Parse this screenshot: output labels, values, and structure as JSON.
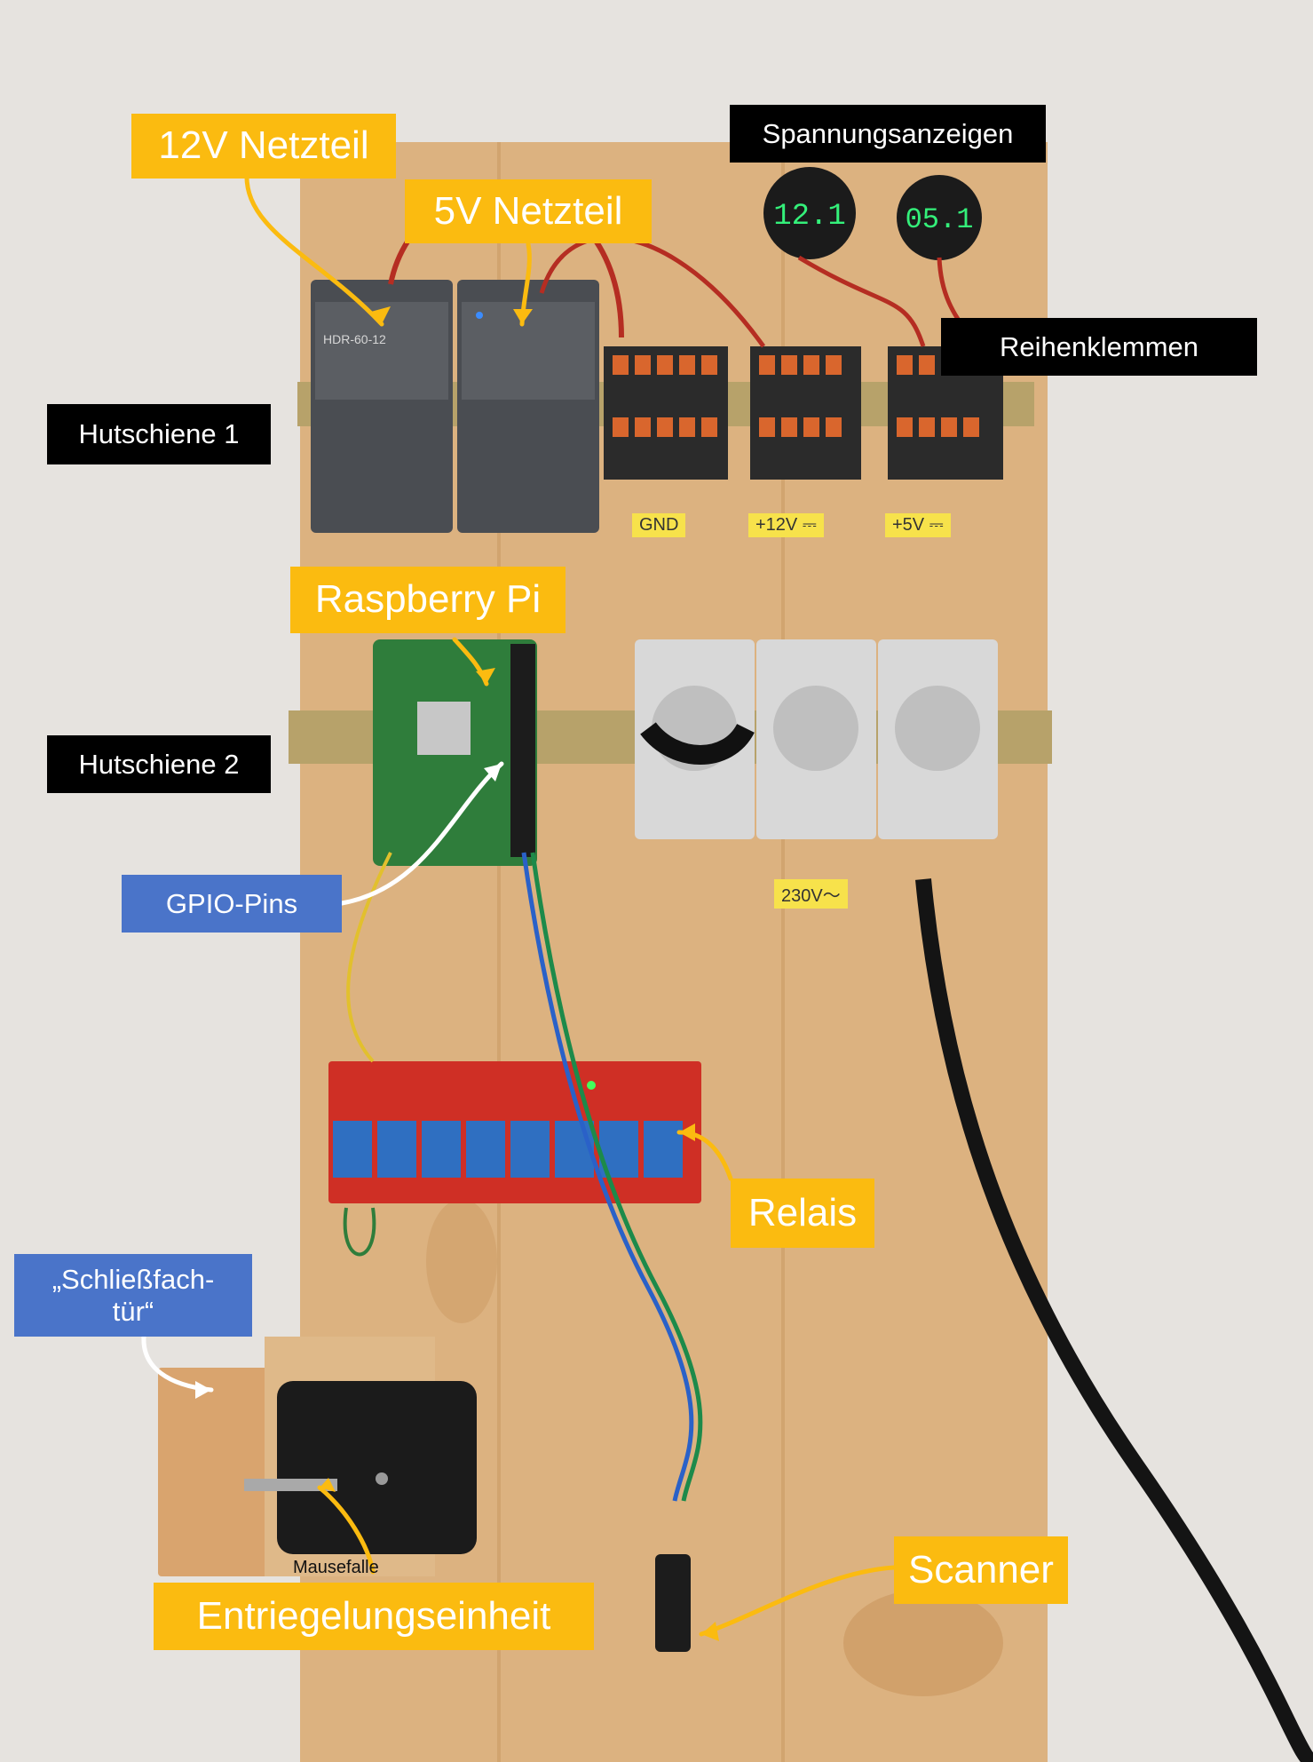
{
  "labels": {
    "psu_12v": "12V Netzteil",
    "psu_5v": "5V Netzteil",
    "voltage_displays": "Spannungsanzeigen",
    "terminal_blocks": "Reihenklemmen",
    "din_rail_1": "Hutschiene 1",
    "din_rail_2": "Hutschiene 2",
    "raspberry_pi": "Raspberry Pi",
    "gpio_pins": "GPIO-Pins",
    "relays": "Relais",
    "locker_door": "„Schließfach-\ntür“",
    "unlock_unit": "Entriegelungseinheit",
    "scanner": "Scanner"
  },
  "board_marks": {
    "gnd": "GND",
    "plus12": "+12V ⎓",
    "plus5": "+5V ⎓",
    "ac": "230V～",
    "mousetrap": "Mausefalle"
  },
  "displays": {
    "v12": "12.1",
    "v5": "05.1"
  },
  "psu_models": {
    "psu_12v": "HDR-60-12"
  },
  "colors": {
    "label_yellow": "#fbbb10",
    "label_black": "#000000",
    "label_blue": "#4a74c9",
    "wall": "#e6e3df",
    "wood": "#dcb280",
    "psu": "#4a4d52",
    "display_green": "#34f07a"
  }
}
